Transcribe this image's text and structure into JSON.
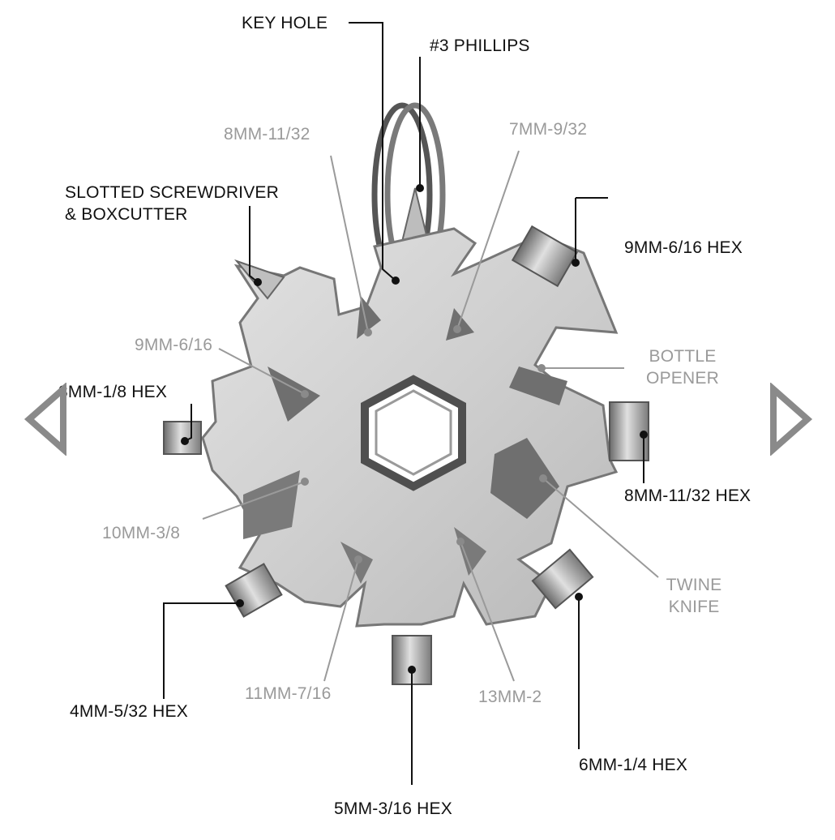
{
  "labels": {
    "key_hole": "KEY HOLE",
    "phillips": "#3 PHILLIPS",
    "mm8_11_32": "8MM-11/32",
    "mm7_9_32": "7MM-9/32",
    "slotted_line1": "SLOTTED SCREWDRIVER",
    "slotted_line2": "& BOXCUTTER",
    "hex9_6_16": "9MM-6/16 HEX",
    "mm9_6_16": "9MM-6/16",
    "bottle_line1": "BOTTLE",
    "bottle_line2": "OPENER",
    "hex3_1_8": "3MM-1/8 HEX",
    "hex8_11_32": "8MM-11/32 HEX",
    "mm10_3_8": "10MM-3/8",
    "twine_line1": "TWINE",
    "twine_line2": "KNIFE",
    "mm11_7_16": "11MM-7/16",
    "mm13_2": "13MM-2",
    "hex4_5_32": "4MM-5/32 HEX",
    "hex6_1_4": "6MM-1/4 HEX",
    "hex5_3_16": "5MM-3/16 HEX"
  },
  "colors": {
    "dark_label": "#111111",
    "light_label": "#9a9a9a",
    "tool_body": "#c9c9c9",
    "tool_shadow": "#6f6f6f",
    "nav_arrow": "#8a8a8a"
  },
  "icons": {
    "prev": "triangle-left-outline",
    "next": "triangle-right-outline"
  }
}
